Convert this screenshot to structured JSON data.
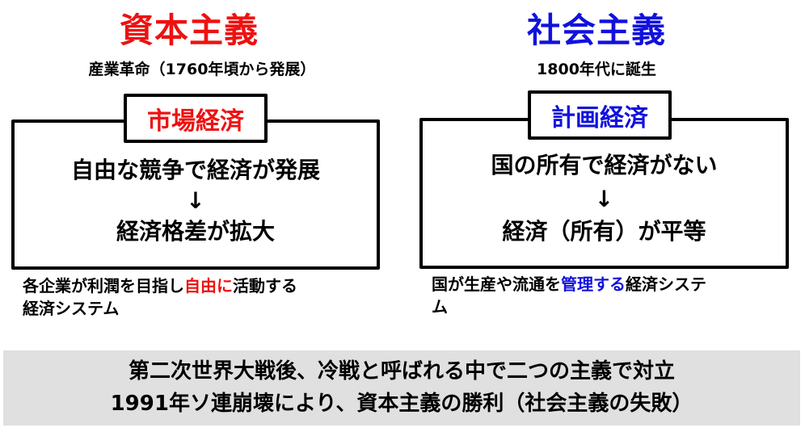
{
  "colors": {
    "capitalism": "#ee1111",
    "socialism": "#1111dd",
    "text": "#000000",
    "band_bg": "#e0e0e0"
  },
  "capitalism": {
    "title": "資本主義",
    "subtitle": "産業革命（1760年頃から発展）",
    "label": "市場経済",
    "line1": "自由な競争で経済が発展",
    "arrow": "↓",
    "line2": "経済格差が拡大",
    "desc_part1": "各企業が利潤を目指し",
    "desc_highlight": "自由に",
    "desc_part2": "活動する",
    "desc_line2": "経済システム"
  },
  "socialism": {
    "title": "社会主義",
    "subtitle": "1800年代に誕生",
    "label": "計画経済",
    "line1": "国の所有で経済がない",
    "arrow": "↓",
    "line2": "経済（所有）が平等",
    "desc_part1": "国が生産や流通を",
    "desc_highlight": "管理する",
    "desc_part2": "経済システ",
    "desc_line2": "ム"
  },
  "summary": {
    "line1": "第二次世界大戦後、冷戦と呼ばれる中で二つの主義で対立",
    "line2": "1991年ソ連崩壊により、資本主義の勝利（社会主義の失敗）"
  }
}
